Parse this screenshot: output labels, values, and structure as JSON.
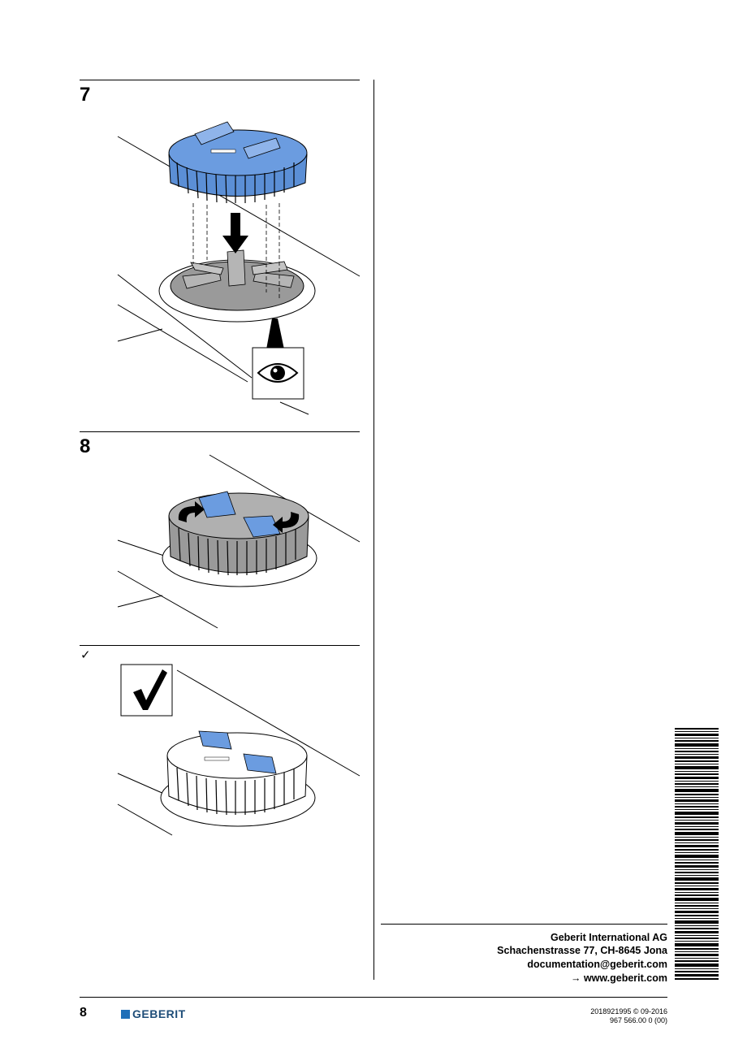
{
  "steps": [
    {
      "number": "7"
    },
    {
      "number": "8"
    },
    {
      "symbol": "✓"
    }
  ],
  "footer": {
    "company": "Geberit International AG",
    "address": "Schachenstrasse 77, CH-8645 Jona",
    "email": "documentation@geberit.com",
    "website": "→ www.geberit.com",
    "page_number": "8",
    "logo_text": "GEBERIT",
    "doc_id": "2018921995 © 09-2016",
    "doc_version": "967 566.00 0 (00)"
  },
  "colors": {
    "accent_blue": "#5b8fd6",
    "dark_blue": "#1f4e79",
    "gray": "#9a9a9a"
  }
}
